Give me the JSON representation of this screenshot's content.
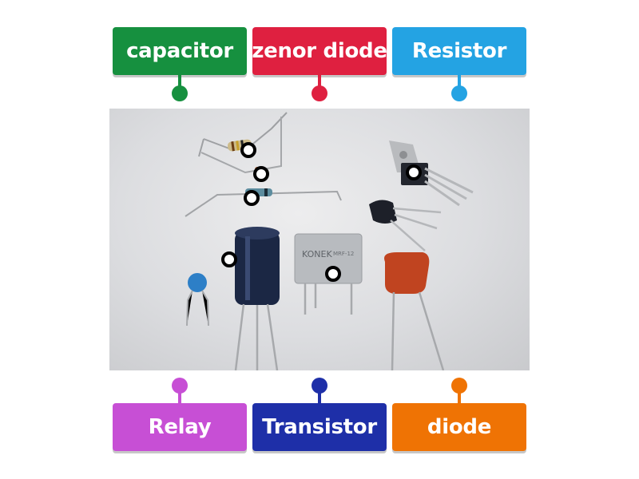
{
  "labels": {
    "capacitor": "capacitor",
    "zenor_diode": "zenor diode",
    "resistor": "Resistor",
    "relay": "Relay",
    "transistor": "Transistor",
    "diode": "diode"
  },
  "colors": {
    "capacitor": "#16903f",
    "zenor_diode": "#df2040",
    "resistor": "#24a3e3",
    "relay": "#c74fd5",
    "transistor": "#1e2fa8",
    "diode": "#ef7304"
  },
  "image": {
    "component_markings": [
      "KONEK",
      "MRF-12"
    ]
  }
}
